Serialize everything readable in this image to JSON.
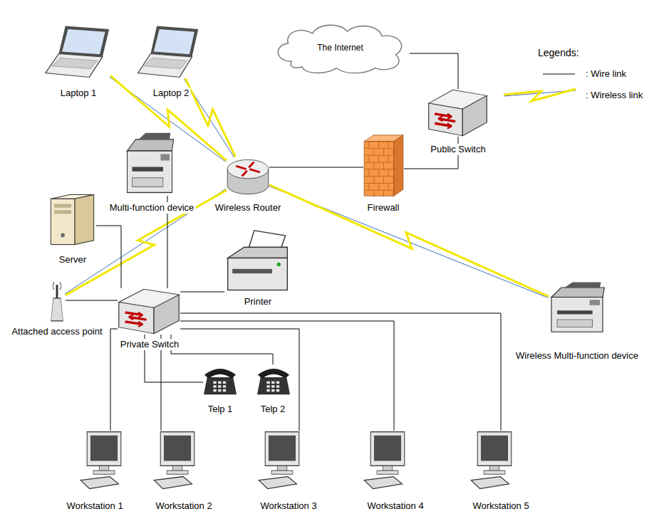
{
  "diagram": {
    "nodes": [
      {
        "text": [
          "The Internet"
        ]
      },
      {
        "text": [
          "Laptop 1"
        ]
      },
      {
        "text": [
          "Laptop 2"
        ]
      },
      {
        "text": [
          "Public Switch"
        ]
      },
      {
        "text": [
          "Multi-function device"
        ]
      },
      {
        "text": [
          "Wireless Router"
        ]
      },
      {
        "text": [
          "Firewall"
        ]
      },
      {
        "text": [
          "Server"
        ]
      },
      {
        "text": [
          "Printer"
        ]
      },
      {
        "text": [
          "Attached access point"
        ]
      },
      {
        "text": [
          "Private Switch"
        ]
      },
      {
        "text": [
          "Wireless Multi-function device"
        ]
      },
      {
        "text": [
          "Telp 1"
        ]
      },
      {
        "text": [
          "Telp 2"
        ]
      },
      {
        "text": [
          "Workstation 1"
        ]
      },
      {
        "text": [
          "Workstation 2"
        ]
      },
      {
        "text": [
          "Workstation 3"
        ]
      },
      {
        "text": [
          "Workstation 4"
        ]
      },
      {
        "text": [
          "Workstation 5"
        ]
      }
    ],
    "edges": [
      {
        "from": 0,
        "to": 3,
        "arrow": "none"
      },
      {
        "from": 3,
        "to": 6,
        "arrow": "none"
      },
      {
        "from": 6,
        "to": 5,
        "arrow": "none"
      },
      {
        "from": 1,
        "to": 5,
        "arrow": "none"
      },
      {
        "from": 2,
        "to": 5,
        "arrow": "none"
      },
      {
        "from": 5,
        "to": 9,
        "arrow": "none"
      },
      {
        "from": 5,
        "to": 11,
        "arrow": "none"
      },
      {
        "from": 4,
        "to": 10,
        "arrow": "none"
      },
      {
        "from": 7,
        "to": 10,
        "arrow": "none"
      },
      {
        "from": 9,
        "to": 10,
        "arrow": "none"
      },
      {
        "from": 8,
        "to": 10,
        "arrow": "none"
      },
      {
        "from": 10,
        "to": 12,
        "arrow": "none"
      },
      {
        "from": 10,
        "to": 13,
        "arrow": "none"
      },
      {
        "from": 10,
        "to": 14,
        "arrow": "none"
      },
      {
        "from": 10,
        "to": 15,
        "arrow": "none"
      },
      {
        "from": 10,
        "to": 16,
        "arrow": "none"
      },
      {
        "from": 10,
        "to": 17,
        "arrow": "none"
      },
      {
        "from": 10,
        "to": 18,
        "arrow": "none"
      }
    ],
    "labels": [
      "Legends:"
    ],
    "legend": [
      {
        "text": ": Wire link"
      },
      {
        "text": ": Wireless link"
      }
    ]
  }
}
